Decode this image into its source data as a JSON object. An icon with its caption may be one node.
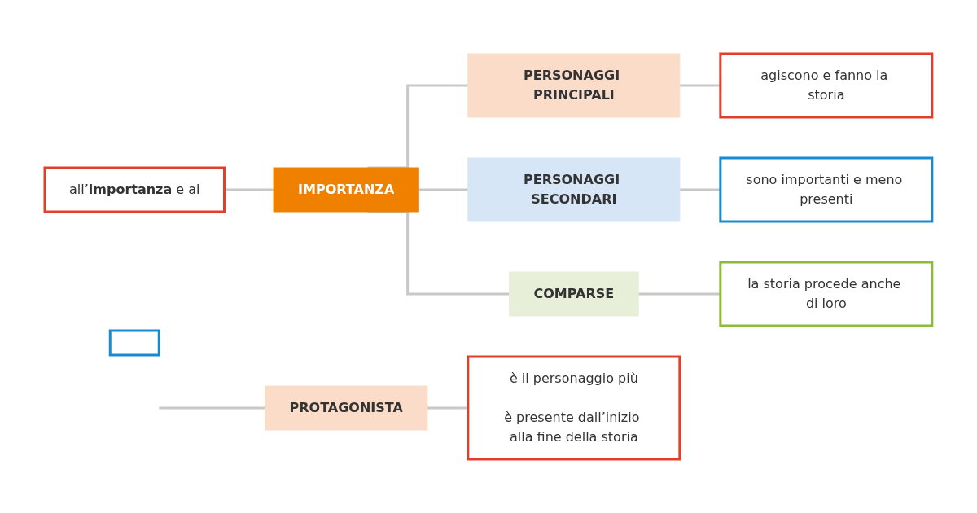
{
  "diagram": {
    "nodes": [
      {
        "text": [
          "all’**importanza** e al"
        ]
      },
      {
        "text": [
          "IMPORTANZA"
        ]
      },
      {
        "text": [
          "PERSONAGGI PRINCIPALI"
        ]
      },
      {
        "text": [
          "agiscono e fanno la storia"
        ]
      },
      {
        "text": [
          "PERSONAGGI SECONDARI"
        ]
      },
      {
        "text": [
          "sono importanti e meno presenti"
        ]
      },
      {
        "text": [
          "COMPARSE"
        ]
      },
      {
        "text": [
          "la storia procede anche di loro"
        ]
      },
      {
        "text": [
          "PROTAGONISTA"
        ]
      },
      {
        "text": [
          "è il personaggio più",
          "è presente dall’inizio alla fine della storia"
        ]
      },
      {
        "text": [],
        "shape": "box"
      }
    ],
    "edges": [
      {
        "from": 0,
        "to": 1,
        "arrow": "none"
      },
      {
        "from": 1,
        "to": 2,
        "arrow": "none"
      },
      {
        "from": 1,
        "to": 4,
        "arrow": "none"
      },
      {
        "from": 1,
        "to": 6,
        "arrow": "none"
      },
      {
        "from": 2,
        "to": 3,
        "arrow": "none"
      },
      {
        "from": 4,
        "to": 5,
        "arrow": "none"
      },
      {
        "from": 6,
        "to": 7,
        "arrow": "none"
      },
      {
        "from": null,
        "to": 8,
        "arrow": "none"
      },
      {
        "from": 8,
        "to": 9,
        "arrow": "none"
      }
    ]
  }
}
